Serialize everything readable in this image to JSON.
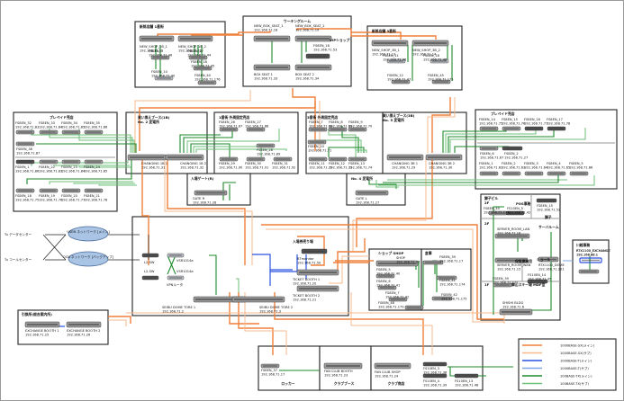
{
  "diagram": {
    "areas": {
      "shop_1f": {
        "title": "新郎店舗 1番街",
        "devices": [
          {
            "name": "NEW_SHOP_1B_1",
            "ip": "192.168.71.11"
          },
          {
            "name": "NEW_SHOP_1B_2",
            "ip": "192.168.71.12"
          },
          {
            "name": "FS8EN_9",
            "ip": "192.168.71.46"
          },
          {
            "name": "FS8EN_10",
            "ip": "192.168.71.40"
          },
          {
            "name": "FS8EN_17",
            "ip": "192.168.71.44"
          },
          {
            "name": "FS8EN_18",
            "ip": "192.168.71.45"
          },
          {
            "name": "FS8EN_40",
            "ip": "192.168.71.176"
          }
        ]
      },
      "working_room": {
        "title": "ワーキングルーム",
        "sub": "VIPショップ",
        "devices": [
          {
            "name": "NEW_BOX_SEAT_1",
            "ip": "192.168.71.18"
          },
          {
            "name": "NEW_BOX_SEAT_2",
            "ip": "192.168.71.19"
          },
          {
            "name": "FS8EN_16",
            "ip": "192.168.71.53"
          },
          {
            "name": "BOX SEAT 1",
            "ip": "192.168.71.33"
          },
          {
            "name": "BOX SEAT 2",
            "ip": "192.168.71.34"
          }
        ]
      },
      "shop_3f": {
        "title": "新郎店舗 3番街",
        "devices": [
          {
            "name": "NEW_SHOP_3B_1",
            "ip": "192.168.71.13"
          },
          {
            "name": "NEW_SHOP_3B_2",
            "ip": "192.168.71.14"
          },
          {
            "name": "FS8EN_11",
            "ip": "192.168.71.46"
          },
          {
            "name": "FS8EN_12",
            "ip": "192.168.71.47"
          },
          {
            "name": "FS8EN_18",
            "ip": "192.168.71.48"
          },
          {
            "name": "FS8EN_45",
            "ip": "192.168.71.175"
          }
        ]
      },
      "prepaid_left": {
        "title": "プレペイド売店",
        "devices": [
          {
            "name": "FS8EN_32",
            "ip": "192.168.71.83"
          },
          {
            "name": "FS8EN_33",
            "ip": "192.168.71.84"
          },
          {
            "name": "FS8EN_34",
            "ip": "192.168.71.85"
          },
          {
            "name": "FS8EN_35",
            "ip": "192.168.71.86"
          },
          {
            "name": "FS8EN_38",
            "ip": "192.168.71.87"
          },
          {
            "name": "FS8EN_1",
            "ip": "192.168.71.86"
          },
          {
            "name": "FS8EN_22",
            "ip": "192.168.71.83"
          },
          {
            "name": "FS8EN_23",
            "ip": "192.168.71.84"
          },
          {
            "name": "FS8EN_24",
            "ip": "192.168.71.85"
          },
          {
            "name": "FS8EN_18",
            "ip": "192.168.71.75"
          },
          {
            "name": "FS8EN_19",
            "ip": "192.168.71.76"
          },
          {
            "name": "FS8EN_20",
            "ip": "192.168.71.77"
          },
          {
            "name": "FS8EN_21",
            "ip": "192.168.71.78"
          }
        ]
      },
      "change_left": {
        "title": "買い換えブース(1B)",
        "sub": "No. 2 変電所",
        "devices": [
          {
            "name": "CHANGING 1B 1",
            "ip": "192.168.71.31"
          },
          {
            "name": "CHANGING 1B 2",
            "ip": "192.168.71.32"
          }
        ]
      },
      "fixed_1f": {
        "title": "1番街 外周固定売店",
        "devices": [
          {
            "name": "FS8EN_26",
            "ip": "192.168.71.87"
          },
          {
            "name": "FS8EN_27",
            "ip": "192.168.71.88"
          },
          {
            "name": "FS8EN_28",
            "ip": "192.168.71.89"
          },
          {
            "name": "FS8EN_29",
            "ip": "192.168.71.90"
          },
          {
            "name": "FS8EN_30",
            "ip": "192.168.71.91"
          },
          {
            "name": "FS8EN_31",
            "ip": "192.168.71.92"
          }
        ]
      },
      "fixed_3f": {
        "title": "3番街 外周固定売店",
        "devices": [
          {
            "name": "FS8EN_7",
            "ip": "192.168.71.68"
          },
          {
            "name": "FS8EN_8",
            "ip": "192.168.71.69"
          },
          {
            "name": "FS8EN_9",
            "ip": "192.168.71.70"
          },
          {
            "name": "FS8EN_10",
            "ip": "192.168.71.71"
          },
          {
            "name": "FS8EN_11",
            "ip": "192.168.71.72"
          },
          {
            "name": "FS8EN_12",
            "ip": "192.168.71.73"
          },
          {
            "name": "FS8EN_13",
            "ip": "192.168.71.74"
          }
        ]
      },
      "change_right": {
        "title": "買い換えブース(3B)",
        "sub": "No. 5 変電所",
        "devices": [
          {
            "name": "CHANGING 3B 1",
            "ip": "192.168.71.29"
          },
          {
            "name": "CHANGING 3B 2",
            "ip": "192.168.71.30"
          }
        ]
      },
      "prepaid_right": {
        "title": "プレペイド売店",
        "devices": [
          {
            "name": "FS8EN_14",
            "ip": "192.168.71.75"
          },
          {
            "name": "FS8EN_15",
            "ip": "192.168.71.76"
          },
          {
            "name": "FS8EN_16",
            "ip": "192.168.71.77"
          },
          {
            "name": "FS8EN_17",
            "ip": "192.168.71.78"
          },
          {
            "name": "FS8EN_6",
            "ip": "192.168.71.67"
          },
          {
            "name": "FS8EN_2",
            "ip": "192.168.71.27"
          },
          {
            "name": "FS8EN_1",
            "ip": "192.168.71.62"
          },
          {
            "name": "FS8EN_2",
            "ip": "192.168.71.63"
          },
          {
            "name": "FS8EN_3",
            "ip": "192.168.71.64"
          },
          {
            "name": "FS8EN_4",
            "ip": "192.168.71.65"
          },
          {
            "name": "FS8EN_5",
            "ip": "192.168.71.66"
          }
        ]
      },
      "gate_r": {
        "title": "入場ゲート(R)",
        "devices": [
          {
            "name": "GATE R",
            "ip": "192.168.71.28"
          }
        ]
      },
      "gate_l": {
        "title": "No. 4 変電所",
        "devices": [
          {
            "name": "GATE L",
            "ip": "192.168.71.27"
          }
        ]
      },
      "datacenter": {
        "left_labels": [
          "Tu データセンター",
          "Tu コールセンター"
        ],
        "clouds": [
          "USEN ネットワーク [メイン]",
          "OCN ネットワーク [バックアップ]"
        ],
        "devices": [
          {
            "name": "L2-SW",
            "ip": ""
          },
          {
            "name": "L2-SW",
            "ip": ""
          },
          {
            "name": "VSR1014a",
            "ip": ""
          },
          {
            "name": "VSR1014a",
            "ip": ""
          }
        ],
        "router_label": "VPNルータ"
      },
      "dome": {
        "devices": [
          {
            "name": "SEIBU DOME TORE 1",
            "ip": "192.168.71.2"
          },
          {
            "name": "SEIBU DOME TORE 2",
            "ip": "192.168.71.3"
          }
        ]
      },
      "ticket": {
        "title": "入場券売り場",
        "devices": [
          {
            "name": "BTmonitor",
            "ip": "192.168.71.50"
          },
          {
            "name": "TICKET BOOTH 1",
            "ip": "192.168.71.20"
          },
          {
            "name": "TICKET BOOTH 2",
            "ip": "192.168.71.21"
          }
        ]
      },
      "shop": {
        "title": "ショップ SHOP",
        "devices": [
          {
            "name": "SHOP",
            "ip": "192.168.71.22"
          },
          {
            "name": "FS8EN_5",
            "ip": "192.168.71.40"
          },
          {
            "name": "FS8EN_6",
            "ip": "192.168.71.41"
          },
          {
            "name": "FS8EN_7",
            "ip": "192.168.71.42"
          },
          {
            "name": "FS8EN_48",
            "ip": "192.168.71.179"
          }
        ]
      },
      "storage": {
        "title": "倉庫",
        "devices": [
          {
            "name": "FS8EN_39",
            "ip": "192.168.71.17"
          },
          {
            "name": "FS8EN_41",
            "ip": "192.168.71.174"
          },
          {
            "name": "FS8EN_42",
            "ip": "192.168.71.175"
          }
        ]
      },
      "building": {
        "title": "獅子ビル",
        "floors": [
          "2F",
          "2F",
          "1F"
        ],
        "sections": [
          "POS事務",
          "獅子",
          "サーバルーム",
          "保管業務用",
          "ショール",
          "獅山スキー場 MDF室"
        ],
        "devices": [
          {
            "name": "FS8EN_15",
            "ip": "192.168.71.52"
          },
          {
            "name": "FS8EN_40",
            "ip": "192.168.71.173"
          },
          {
            "name": "FS10EN_5",
            "ip": "192.168.71.42"
          },
          {
            "name": "SERVER_ROOM_LAN",
            "ip": "192.168.71.16"
          },
          {
            "name": "SERVER_ROOM_WAN",
            "ip": "192.168.71.15"
          },
          {
            "name": "RTX1100_DOME",
            "ip": "192.168.71.201"
          },
          {
            "name": "FS8EN_39",
            "ip": "192.168.71.172"
          },
          {
            "name": "FS10EN_14",
            "ip": "192.168.71.45"
          },
          {
            "name": "SHISHI BLDG",
            "ip": "192.168.71.6"
          }
        ]
      },
      "exchange_office": {
        "title": "川越事務",
        "devices": [
          {
            "name": "RTX1100_EXCHANGE",
            "ip": "192.168.88.1"
          }
        ]
      },
      "exchange": {
        "title": "引換所(総合案内所)",
        "devices": [
          {
            "name": "EXCHANGE BOOTH 1",
            "ip": "192.168.71.25"
          },
          {
            "name": "EXCHANGE BOOTH 2",
            "ip": "192.168.71.26"
          }
        ]
      },
      "locker": {
        "title": "ロッカー",
        "devices": [
          {
            "name": "FS8EN_37",
            "ip": "192.168.71.17"
          }
        ]
      },
      "club_booth": {
        "title": "クラブブース",
        "devices": [
          {
            "name": "FAN CLUB BOOTH",
            "ip": "192.168.71.23"
          }
        ]
      },
      "club_shop": {
        "title": "クラブ商店",
        "devices": [
          {
            "name": "FAN CLUB SHOP",
            "ip": "192.168.71.24"
          },
          {
            "name": "FS10EN_3",
            "ip": "192.168.71.38"
          },
          {
            "name": "FS10EN_4",
            "ip": "192.168.71.39"
          },
          {
            "name": "FS10EN_13",
            "ip": "192.168.71.48"
          }
        ]
      }
    },
    "legend": [
      {
        "label": "1000BASE-SX(メイン)",
        "color": "#f0813b"
      },
      {
        "label": "1000BASE-SX(サブ)",
        "color": "#f7b98d"
      },
      {
        "label": "1000BASE-T(メイン)",
        "color": "#2a52e0"
      },
      {
        "label": "1000BASE-T(サブ)",
        "color": "#7ea4e8"
      },
      {
        "label": "100BASE-TX(メイン)",
        "color": "#1c8a2a"
      },
      {
        "label": "100BASE-TX(サブ)",
        "color": "#6cc07a"
      }
    ]
  }
}
